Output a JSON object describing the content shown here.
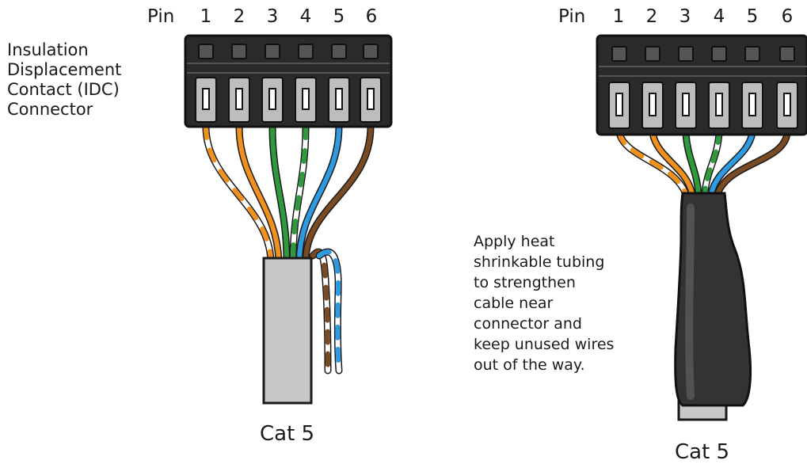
{
  "left": {
    "pin_header": "Pin",
    "pins": [
      "1",
      "2",
      "3",
      "4",
      "5",
      "6"
    ],
    "connector_label_lines": [
      "Insulation",
      "Displacement",
      "Contact (IDC)",
      "Connector"
    ],
    "cable_label": "Cat 5"
  },
  "right": {
    "pin_header": "Pin",
    "pins": [
      "1",
      "2",
      "3",
      "4",
      "5",
      "6"
    ],
    "note_lines": [
      "Apply heat",
      "shrinkable tubing",
      "to strengthen",
      "cable near",
      "connector and",
      "keep unused wires",
      "out of the way."
    ],
    "cable_label": "Cat 5"
  },
  "colors": {
    "orange": "#f0901e",
    "green": "#2e9a3c",
    "blue": "#2e9be0",
    "brown": "#7a4a22",
    "connector_body": "#2a2a2a",
    "cable_jacket": "#c8c8c8",
    "heat_shrink": "#333333"
  }
}
